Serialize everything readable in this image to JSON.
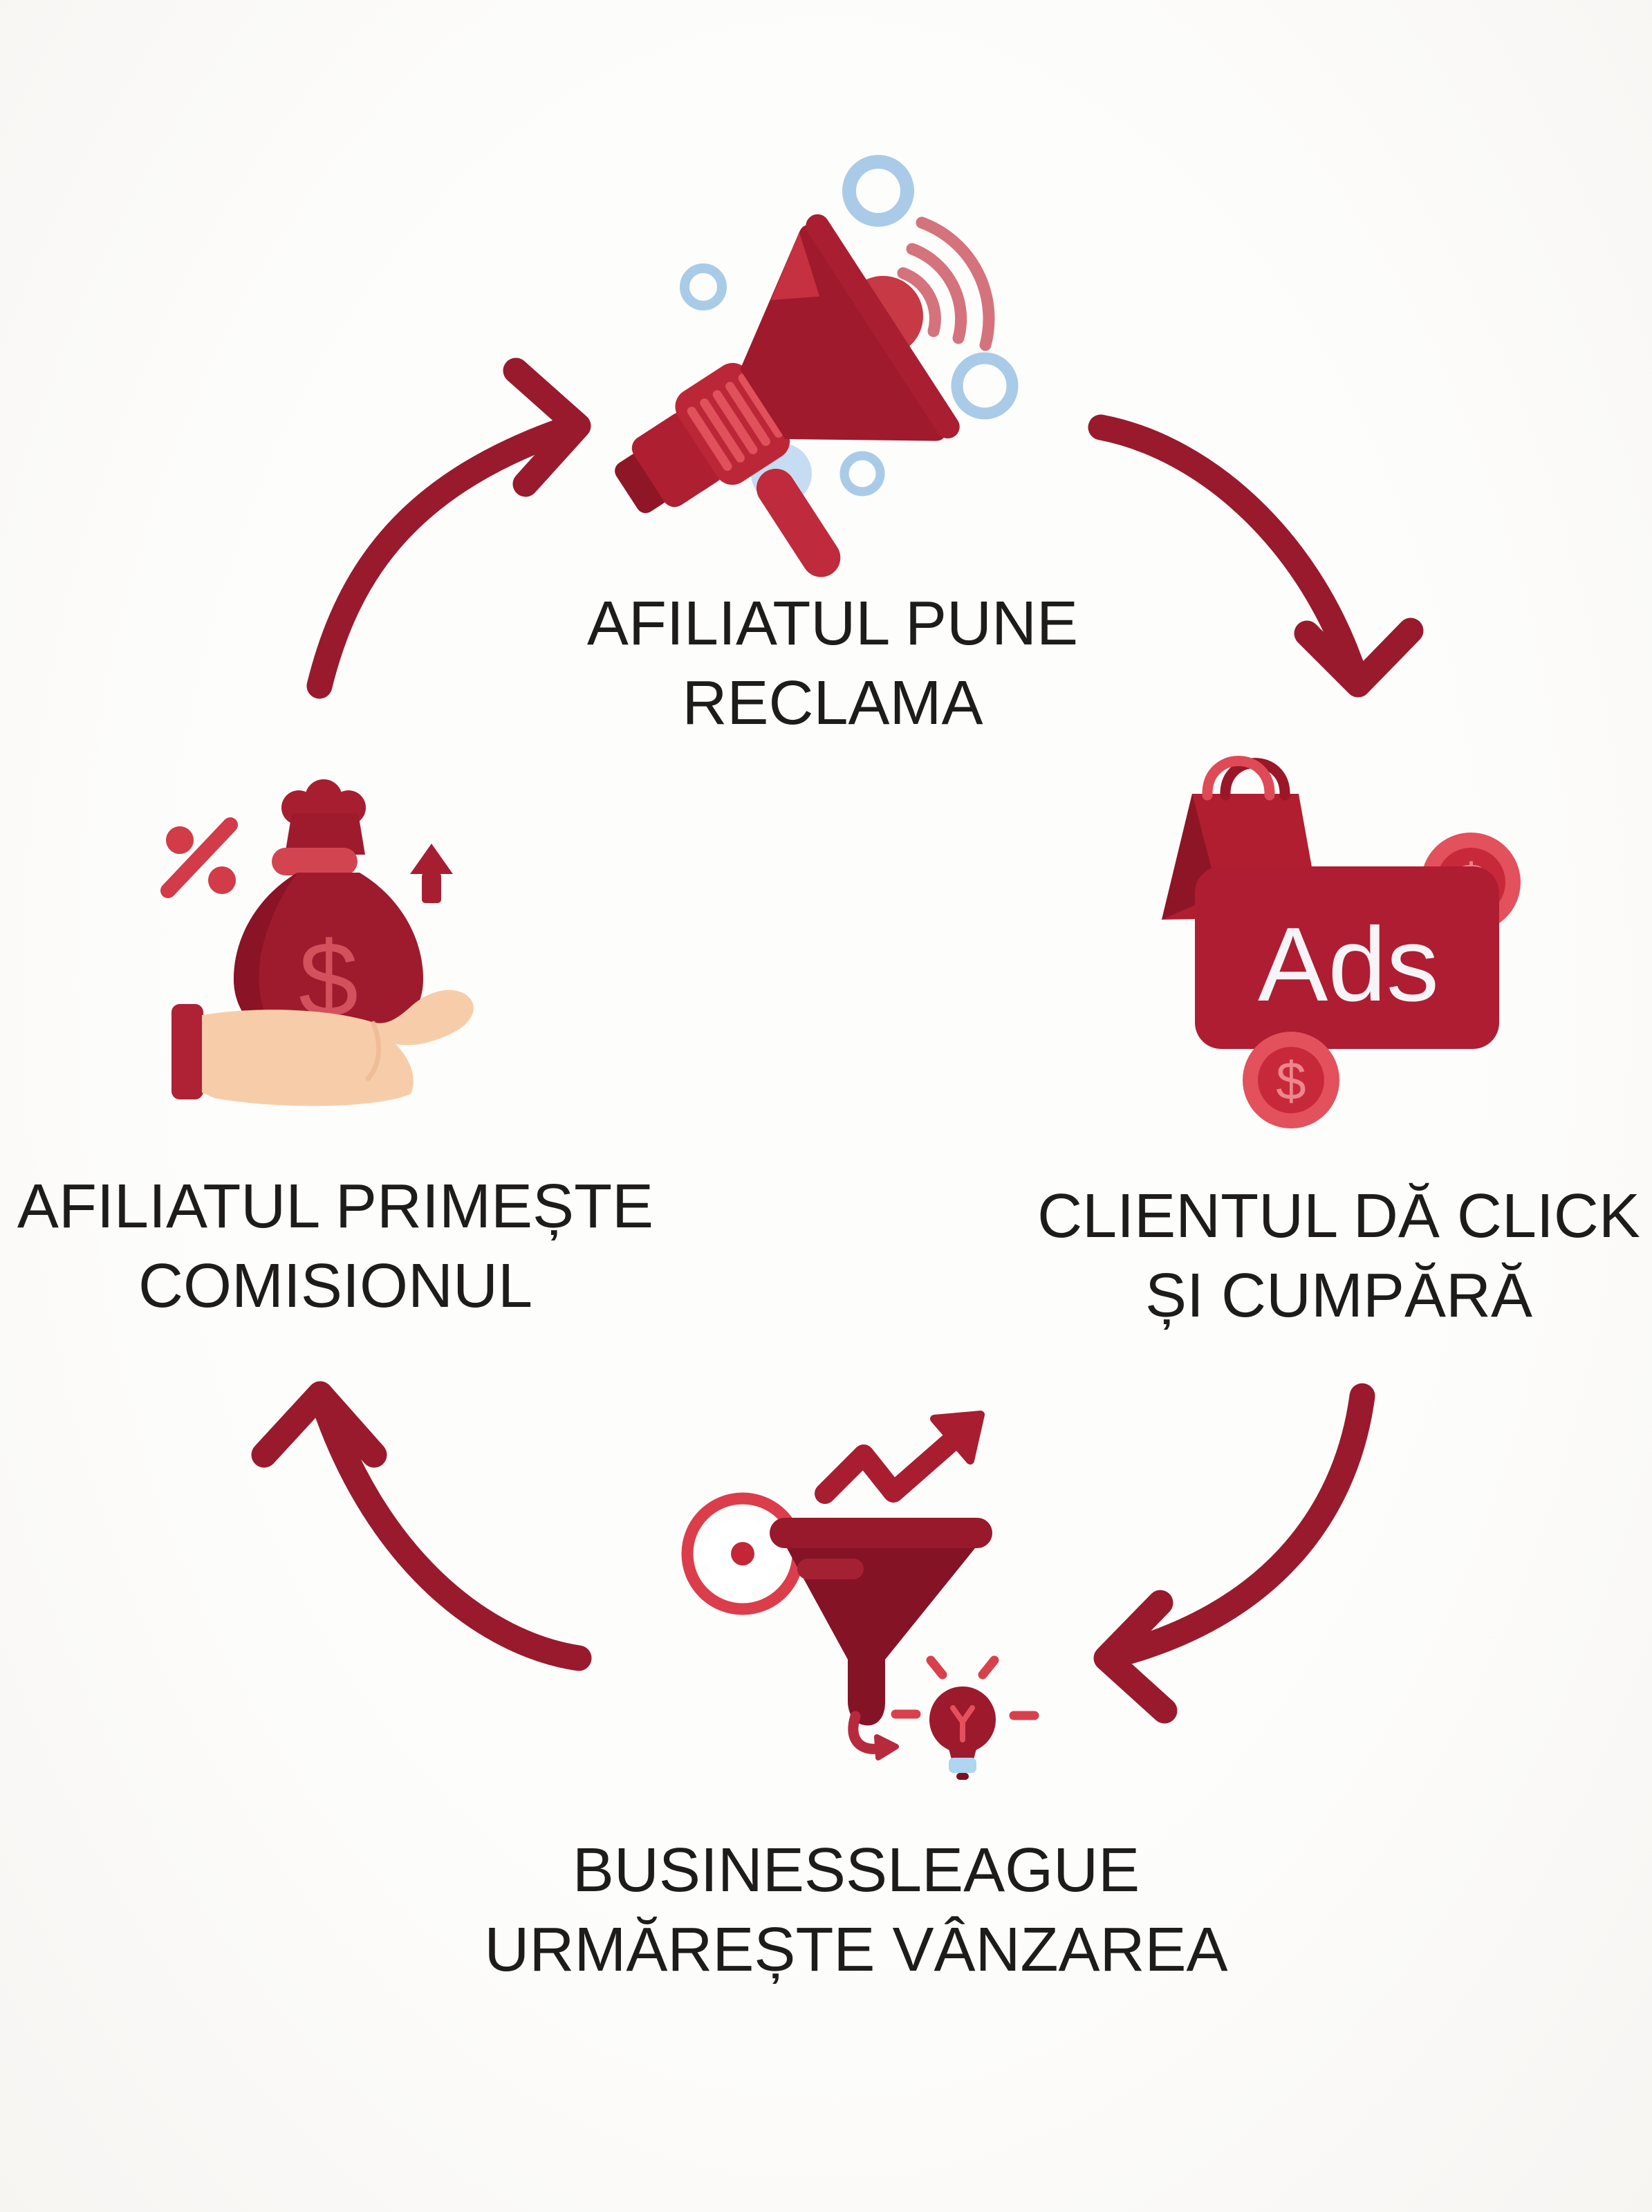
{
  "diagram": {
    "type": "cycle",
    "direction": "clockwise",
    "stages": [
      {
        "position": "top",
        "icon": "megaphone-icon",
        "line1": "AFILIATUL PUNE",
        "line2": "RECLAMA"
      },
      {
        "position": "right",
        "icon": "ads-shopping-bag-icon",
        "line1": "CLIENTUL DĂ CLICK",
        "line2": "ȘI CUMPĂRĂ"
      },
      {
        "position": "bottom",
        "icon": "sales-funnel-icon",
        "line1": "BUSINESSLEAGUE",
        "line2": "URMĂREȘTE VÂNZAREA"
      },
      {
        "position": "left",
        "icon": "hand-money-bag-icon",
        "line1": "AFILIATUL PRIMEȘTE",
        "line2": "COMISIONUL"
      }
    ]
  },
  "icon_text": {
    "ads_label": "Ads",
    "dollar": "$"
  },
  "colors": {
    "background": "#fbfaf8",
    "text": "#1d1c1a",
    "arrow_crimson": "#991a2d",
    "dark_red": "#9e1a2c",
    "mid_red": "#b82536",
    "bright_red": "#e0515b",
    "coin_red": "#e2515c",
    "light_blue": "#a9cbe8",
    "skin": "#f7cda9",
    "white": "#f5f5f7"
  }
}
